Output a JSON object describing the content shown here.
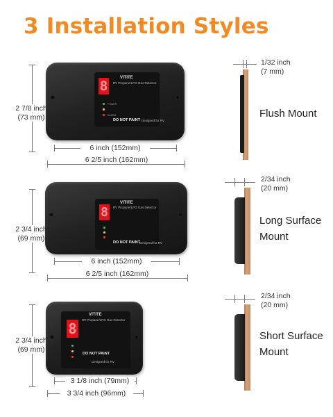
{
  "title": "3 Installation Styles",
  "device": {
    "brand": "VITITE",
    "subtitle": "RV Propane/LPG Gas Detector",
    "led_digit": "8",
    "warning": "DO NOT PAINT",
    "designed_for": "Designed for RV",
    "led_labels": [
      "POWER",
      "ALARM"
    ]
  },
  "styles": [
    {
      "name_lines": [
        "Flush Mount"
      ],
      "depth": [
        "1/32 inch",
        "(7 mm)"
      ],
      "height": [
        "2  7/8 inch",
        "(73 mm)"
      ],
      "inner_width": "6  inch (152mm)",
      "outer_width": "6  2/5 inch (162mm)"
    },
    {
      "name_lines": [
        "Long Surface",
        "Mount"
      ],
      "depth": [
        "2/34 inch",
        "(20 mm)"
      ],
      "height": [
        "2  3/4 inch",
        "(69 mm)"
      ],
      "inner_width": "6  inch (152mm)",
      "outer_width": "6  2/5 inch (162mm)"
    },
    {
      "name_lines": [
        "Short Surface",
        "Mount"
      ],
      "depth": [
        "2/34 inch",
        "(20 mm)"
      ],
      "height": [
        "2  3/4 inch",
        "(69 mm)"
      ],
      "inner_width": "3  1/8 inch (79mm)",
      "outer_width": "3  3/4 inch (96mm)"
    }
  ]
}
